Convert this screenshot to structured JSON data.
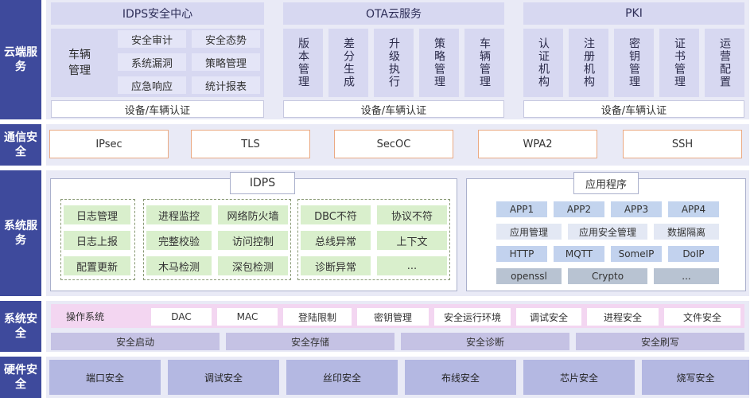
{
  "side_labels": [
    "云端服务",
    "通信安全",
    "系统服务",
    "系统安全",
    "硬件安全"
  ],
  "cloud": {
    "idps": {
      "title": "IDPS安全中心",
      "vehicle": "车辆管理",
      "items": [
        "安全审计",
        "安全态势",
        "系统漏洞",
        "策略管理",
        "应急响应",
        "统计报表"
      ],
      "auth": "设备/车辆认证"
    },
    "ota": {
      "title": "OTA云服务",
      "items": [
        "版本管理",
        "差分生成",
        "升级执行",
        "策略管理",
        "车辆管理"
      ],
      "auth": "设备/车辆认证"
    },
    "pki": {
      "title": "PKI",
      "items": [
        "认证机构",
        "注册机构",
        "密钥管理",
        "证书管理",
        "运营配置"
      ],
      "auth": "设备/车辆认证"
    }
  },
  "comm": [
    "IPsec",
    "TLS",
    "SecOC",
    "WPA2",
    "SSH"
  ],
  "system_service": {
    "idps": {
      "title": "IDPS",
      "group1": [
        "日志管理",
        "日志上报",
        "配置更新"
      ],
      "group2": [
        "进程监控",
        "网络防火墙",
        "完整校验",
        "访问控制",
        "木马检测",
        "深包检测"
      ],
      "group3": [
        "DBC不符",
        "协议不符",
        "总线异常",
        "上下文",
        "诊断异常",
        "..."
      ]
    },
    "apps": {
      "title": "应用程序",
      "row1": [
        "APP1",
        "APP2",
        "APP3",
        "APP4"
      ],
      "row2": [
        "应用管理",
        "应用安全管理",
        "数据隔离"
      ],
      "row3": [
        "HTTP",
        "MQTT",
        "SomeIP",
        "DoIP"
      ],
      "row4": [
        "openssl",
        "Crypto",
        "..."
      ]
    }
  },
  "system_security": {
    "os": "操作系统",
    "items": [
      "DAC",
      "MAC",
      "登陆限制",
      "密钥管理",
      "安全运行环境",
      "调试安全",
      "进程安全",
      "文件安全"
    ],
    "row2": [
      "安全启动",
      "安全存储",
      "安全诊断",
      "安全刷写"
    ]
  },
  "hardware": [
    "端口安全",
    "调试安全",
    "丝印安全",
    "布线安全",
    "芯片安全",
    "烧写安全"
  ]
}
